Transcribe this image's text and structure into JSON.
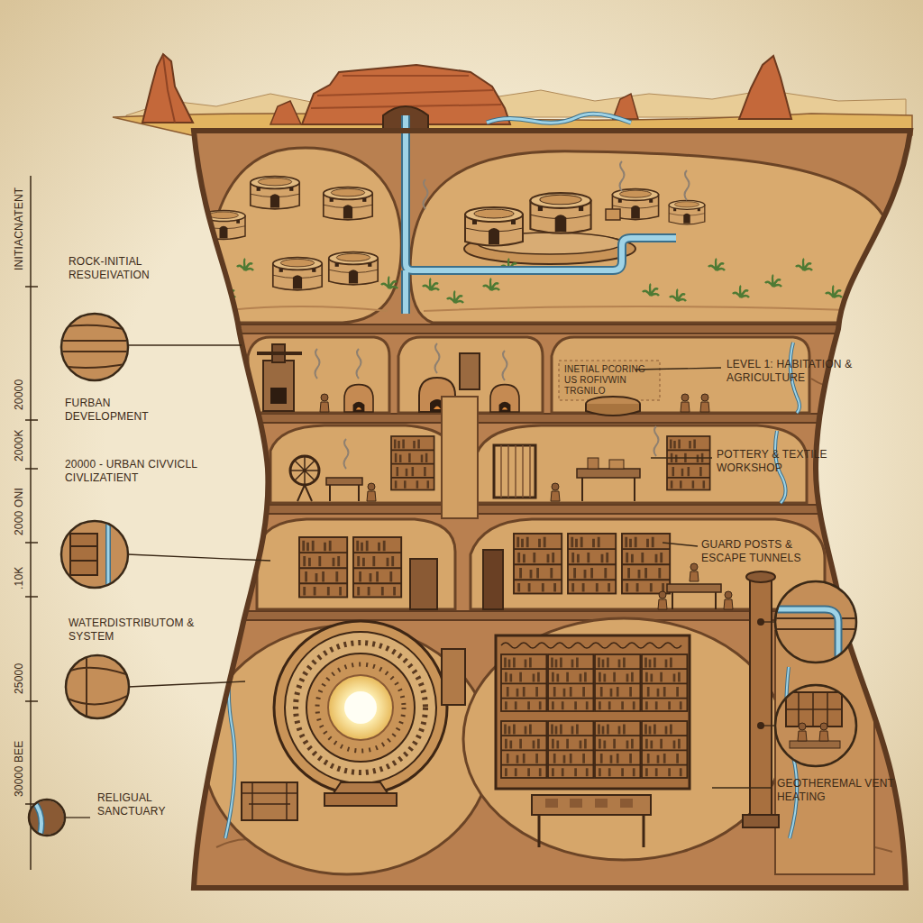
{
  "diagram": {
    "labels": [
      "ROCK-INITIAL RESUEIVATION",
      "FURBAN DEVELOPMENT",
      "20000 - URBAN CIVVICLL CIVLIZATIENT",
      "WATERDISTRIBUTOM & SYSTEM",
      "RELIGUAL SANCTUARY",
      "INETIAL PCORING US ROFIVWIN TRGNILO",
      "LEVEL 1: HABITATION & AGRICULTURE",
      "POTTERY & TEXTILE WORKSHOP",
      "GUARD POSTS & ESCAPE TUNNELS",
      "GEOTHEREMAL VENT HEATING",
      "INITIACNATENT",
      "20000",
      "2000K",
      "2000 ONI",
      ".10K",
      "25000",
      "30000 BEE"
    ]
  }
}
